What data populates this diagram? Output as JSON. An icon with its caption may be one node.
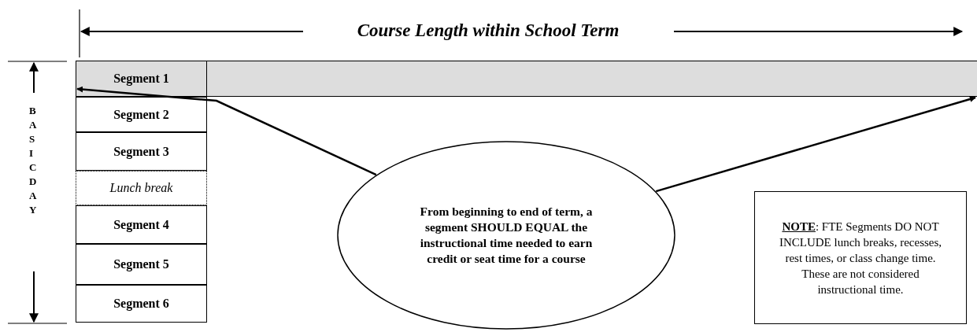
{
  "diagram": {
    "nodes": [
      {
        "text": [
          "Segment 1"
        ]
      },
      {
        "text": [],
        "shape": "bar"
      },
      {
        "text": [
          "Segment 2"
        ]
      },
      {
        "text": [
          "Segment 3"
        ]
      },
      {
        "text": [
          "Lunch break"
        ]
      },
      {
        "text": [
          "Segment 4"
        ]
      },
      {
        "text": [
          "Segment 5"
        ]
      },
      {
        "text": [
          "Segment 6"
        ]
      },
      {
        "text": [
          "From beginning to end of term, a segment SHOULD EQUAL the instructional time needed to earn credit or seat time for a course"
        ]
      },
      {
        "text": [
          "**NOTE**:  FTE Segments DO NOT INCLUDE lunch breaks, recesses, rest times, or class change time.  These are not considered instructional time."
        ]
      }
    ],
    "edges": [
      {
        "from": 8,
        "to": 0,
        "arrow": "to"
      },
      {
        "from": 8,
        "to": 1,
        "arrow": "to"
      }
    ],
    "labels": [
      "Course Length within School Term",
      "BASIC DAY"
    ]
  }
}
